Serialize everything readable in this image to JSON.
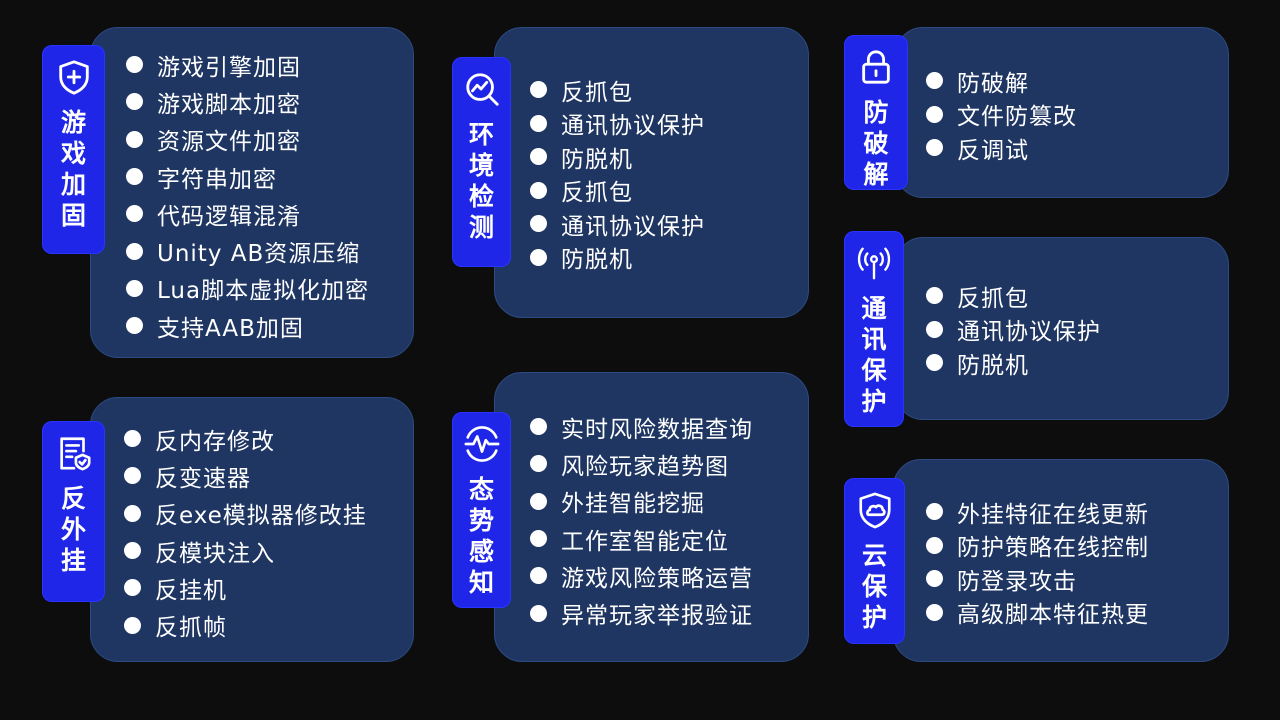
{
  "cards": [
    {
      "title": "游戏加固",
      "icon": "shield-plus-icon",
      "items": [
        "游戏引擎加固",
        "游戏脚本加密",
        "资源文件加密",
        "字符串加密",
        "代码逻辑混淆",
        "Unity AB资源压缩",
        "Lua脚本虚拟化加密",
        "支持AAB加固"
      ]
    },
    {
      "title": "环境检测",
      "icon": "search-chart-icon",
      "items": [
        "反抓包",
        "通讯协议保护",
        "防脱机",
        "反抓包",
        "通讯协议保护",
        "防脱机"
      ]
    },
    {
      "title": "防破解",
      "icon": "lock-icon",
      "items": [
        "防破解",
        "文件防篡改",
        "反调试"
      ]
    },
    {
      "title": "通讯保护",
      "icon": "signal-antenna-icon",
      "items": [
        "反抓包",
        "通讯协议保护",
        "防脱机"
      ]
    },
    {
      "title": "反外挂",
      "icon": "document-shield-icon",
      "items": [
        "反内存修改",
        "反变速器",
        "反exe模拟器修改挂",
        "反模块注入",
        "反挂机",
        "反抓帧"
      ]
    },
    {
      "title": "态势感知",
      "icon": "pulse-monitor-icon",
      "items": [
        "实时风险数据查询",
        "风险玩家趋势图",
        "外挂智能挖掘",
        "工作室智能定位",
        "游戏风险策略运营",
        "异常玩家举报验证"
      ]
    },
    {
      "title": "云保护",
      "icon": "cloud-shield-icon",
      "items": [
        "外挂特征在线更新",
        "防护策略在线控制",
        "防登录攻击",
        "高级脚本特征热更"
      ]
    }
  ]
}
